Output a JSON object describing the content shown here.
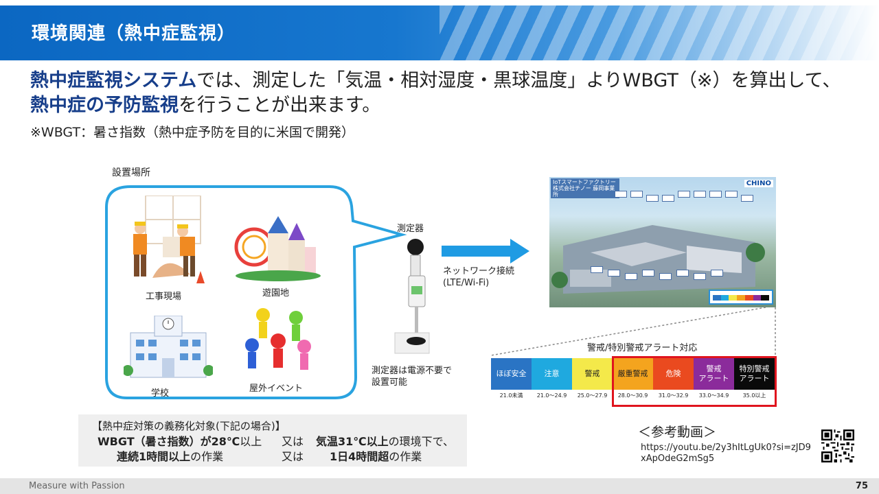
{
  "header": {
    "title": "環境関連（熱中症監視）"
  },
  "intro": {
    "seg1": "熱中症監視システム",
    "seg2": "では、測定した「気温・相対湿度・黒球温度」よりWBGT（※）を算出して、",
    "seg3": "熱中症の予防監視",
    "seg4": "を行うことが出来ます。"
  },
  "note": "※WBGT：暑さ指数（熱中症予防を目的に米国で開発）",
  "locations": {
    "label": "設置場所",
    "items": [
      "工事現場",
      "遊園地",
      "学校",
      "屋外イベント"
    ]
  },
  "device": {
    "label": "測定器",
    "note_line1": "測定器は電源不要で",
    "note_line2": "設置可能"
  },
  "network": {
    "line1": "ネットワーク接続",
    "line2": "(LTE/Wi-Fi)"
  },
  "dashboard": {
    "title": "IoTスマートファクトリー 株式会社チノー 藤岡事業所",
    "logo": "CHINO"
  },
  "alerts": {
    "title": "警戒/特別警戒アラート対応",
    "levels": [
      {
        "label": "ほぼ安全",
        "range": "21.0未満",
        "color": "#2a74c4"
      },
      {
        "label": "注意",
        "range": "21.0〜24.9",
        "color": "#1fa9df"
      },
      {
        "label": "警戒",
        "range": "25.0〜27.9",
        "color": "#f4e94a"
      },
      {
        "label": "厳重警戒",
        "range": "28.0〜30.9",
        "color": "#f4a41e"
      },
      {
        "label": "危険",
        "range": "31.0〜32.9",
        "color": "#ea4a1f"
      },
      {
        "label": "警戒\nアラート",
        "range": "33.0〜34.9",
        "color": "#8b2b9b"
      },
      {
        "label": "特別警戒\nアラート",
        "range": "35.0以上",
        "color": "#0a0a0a"
      }
    ]
  },
  "obligation": {
    "title": "【熱中症対策の義務化対象(下記の場合)】",
    "l1_bold1": "WBGT（暑さ指数）が28℃",
    "l1_text1": "以上",
    "l1_or": "又は",
    "l1_bold2": "気温31℃以上",
    "l1_text2": "の環境下で、",
    "l2_bold1": "連続1時間以上",
    "l2_text1": "の作業",
    "l2_or": "又は",
    "l2_bold2": "1日4時間超",
    "l2_text2": "の作業"
  },
  "reference": {
    "title": "＜参考動画＞",
    "url": "https://youtu.be/2y3hItLgUk0?si=zJD9xApOdeG2mSg5"
  },
  "footer": {
    "tagline": "Measure with Passion",
    "page": "75"
  }
}
